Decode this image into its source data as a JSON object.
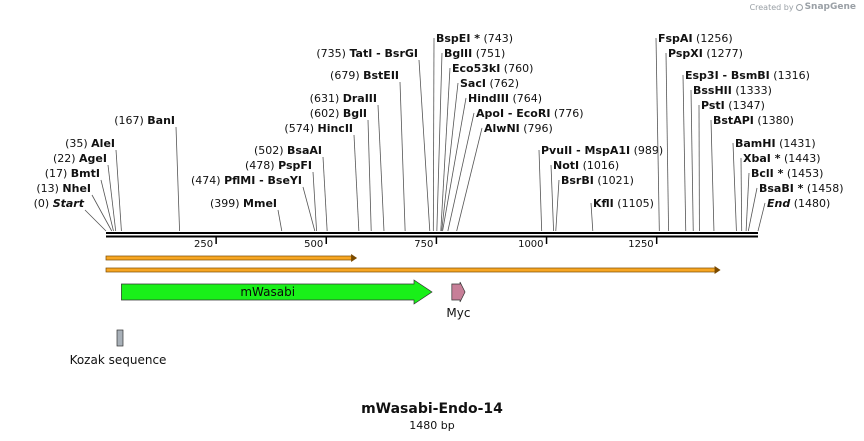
{
  "credit": {
    "prefix": "Created by",
    "brand": "SnapGene"
  },
  "map": {
    "name": "mWasabi-Endo-14",
    "length_label": "1480 bp",
    "length": 1480,
    "ticks": [
      {
        "pos": 250,
        "label": "250"
      },
      {
        "pos": 500,
        "label": "500"
      },
      {
        "pos": 750,
        "label": "750"
      },
      {
        "pos": 1000,
        "label": "1000"
      },
      {
        "pos": 1250,
        "label": "1250"
      }
    ],
    "sites": [
      {
        "id": "start",
        "pos_label": "(0)",
        "name": "Start",
        "italic": true,
        "pos": 0,
        "side": "right"
      },
      {
        "id": "nhei",
        "pos_label": "(13)",
        "name": "NheI",
        "pos": 13,
        "side": "right"
      },
      {
        "id": "bmti",
        "pos_label": "(17)",
        "name": "BmtI",
        "pos": 17,
        "side": "right"
      },
      {
        "id": "agei",
        "pos_label": "(22)",
        "name": "AgeI",
        "pos": 22,
        "side": "right"
      },
      {
        "id": "alei",
        "pos_label": "(35)",
        "name": "AleI",
        "pos": 35,
        "side": "right"
      },
      {
        "id": "bani",
        "pos_label": "(167)",
        "name": "BanI",
        "pos": 167,
        "side": "right"
      },
      {
        "id": "mmei",
        "pos_label": "(399)",
        "name": "MmeI",
        "pos": 399,
        "side": "right"
      },
      {
        "id": "pflmi",
        "pos_label": "(474)",
        "name": "PflMI",
        "name2": "BseYI",
        "pos": 474,
        "side": "right"
      },
      {
        "id": "pspfi",
        "pos_label": "(478)",
        "name": "PspFI",
        "pos": 478,
        "side": "right"
      },
      {
        "id": "bsaai",
        "pos_label": "(502)",
        "name": "BsaAI",
        "pos": 502,
        "side": "right"
      },
      {
        "id": "hincii",
        "pos_label": "(574)",
        "name": "HincII",
        "pos": 574,
        "side": "right"
      },
      {
        "id": "bgli",
        "pos_label": "(602)",
        "name": "BglI",
        "pos": 602,
        "side": "right"
      },
      {
        "id": "draiii",
        "pos_label": "(631)",
        "name": "DraIII",
        "pos": 631,
        "side": "right"
      },
      {
        "id": "bsteii",
        "pos_label": "(679)",
        "name": "BstEII",
        "pos": 679,
        "side": "right"
      },
      {
        "id": "tati",
        "pos_label": "(735)",
        "name": "TatI",
        "name2": "BsrGI",
        "pos": 735,
        "side": "right"
      },
      {
        "id": "bspei",
        "pos_label": "(743)",
        "name": "BspEI *",
        "pos": 743,
        "side": "left"
      },
      {
        "id": "bglii",
        "pos_label": "(751)",
        "name": "BglII",
        "pos": 751,
        "side": "left"
      },
      {
        "id": "eco53ki",
        "pos_label": "(760)",
        "name": "Eco53kI",
        "pos": 760,
        "side": "left"
      },
      {
        "id": "saci",
        "pos_label": "(762)",
        "name": "SacI",
        "pos": 762,
        "side": "left"
      },
      {
        "id": "hindiii",
        "pos_label": "(764)",
        "name": "HindIII",
        "pos": 764,
        "side": "left"
      },
      {
        "id": "apoi",
        "pos_label": "(776)",
        "name": "ApoI",
        "name2": "EcoRI",
        "pos": 776,
        "side": "left"
      },
      {
        "id": "alwni",
        "pos_label": "(796)",
        "name": "AlwNI",
        "pos": 796,
        "side": "left"
      },
      {
        "id": "pvuii",
        "pos_label": "(989)",
        "name": "PvuII",
        "name2": "MspA1I",
        "pos": 989,
        "side": "left"
      },
      {
        "id": "noti",
        "pos_label": "(1016)",
        "name": "NotI",
        "pos": 1016,
        "side": "left"
      },
      {
        "id": "bsrbi",
        "pos_label": "(1021)",
        "name": "BsrBI",
        "pos": 1021,
        "side": "left"
      },
      {
        "id": "kfli",
        "pos_label": "(1105)",
        "name": "KflI",
        "pos": 1105,
        "side": "left"
      },
      {
        "id": "fspai",
        "pos_label": "(1256)",
        "name": "FspAI",
        "pos": 1256,
        "side": "left"
      },
      {
        "id": "pspxi",
        "pos_label": "(1277)",
        "name": "PspXI",
        "pos": 1277,
        "side": "left"
      },
      {
        "id": "esp3i",
        "pos_label": "(1316)",
        "name": "Esp3I",
        "name2": "BsmBI",
        "pos": 1316,
        "side": "left"
      },
      {
        "id": "bsshii",
        "pos_label": "(1333)",
        "name": "BssHII",
        "pos": 1333,
        "side": "left"
      },
      {
        "id": "psti",
        "pos_label": "(1347)",
        "name": "PstI",
        "pos": 1347,
        "side": "left"
      },
      {
        "id": "bstapi",
        "pos_label": "(1380)",
        "name": "BstAPI",
        "pos": 1380,
        "side": "left"
      },
      {
        "id": "bamhi",
        "pos_label": "(1431)",
        "name": "BamHI",
        "pos": 1431,
        "side": "left"
      },
      {
        "id": "xbai",
        "pos_label": "(1443)",
        "name": "XbaI *",
        "pos": 1443,
        "side": "left"
      },
      {
        "id": "bcli",
        "pos_label": "(1453)",
        "name": "BclI *",
        "pos": 1453,
        "side": "left"
      },
      {
        "id": "bsabi",
        "pos_label": "(1458)",
        "name": "BsaBI *",
        "pos": 1458,
        "side": "left"
      },
      {
        "id": "end",
        "pos_label": "(1480)",
        "name": "End",
        "italic": true,
        "pos": 1480,
        "side": "left"
      }
    ],
    "orfs": [
      {
        "start": 0,
        "end": 570
      },
      {
        "start": 0,
        "end": 1395
      }
    ],
    "features": [
      {
        "id": "mwasabi",
        "label": "mWasabi",
        "type": "arrow",
        "start": 35,
        "end": 740,
        "color": "#19f019",
        "label_inside": true
      },
      {
        "id": "myc",
        "label": "Myc",
        "type": "arrow",
        "start": 785,
        "end": 815,
        "color": "#c77f98",
        "label_inside": false
      },
      {
        "id": "kozak",
        "label": "Kozak sequence",
        "type": "box",
        "start": 28,
        "end": 38,
        "color": "#a8b0b8",
        "label_inside": false
      }
    ],
    "colors": {
      "backbone": "#000000",
      "orf_fill": "#f7a623",
      "orf_stroke": "#7a4a00",
      "text": "#111111"
    }
  }
}
